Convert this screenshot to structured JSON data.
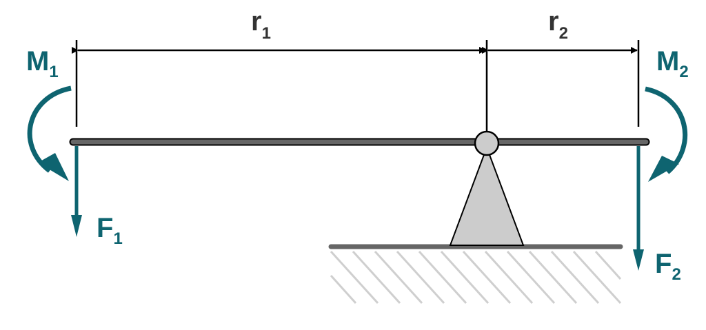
{
  "labels": {
    "r1": {
      "main": "r",
      "sub": "1"
    },
    "r2": {
      "main": "r",
      "sub": "2"
    },
    "m1": {
      "main": "M",
      "sub": "1"
    },
    "m2": {
      "main": "M",
      "sub": "2"
    },
    "f1": {
      "main": "F",
      "sub": "1"
    },
    "f2": {
      "main": "F",
      "sub": "2"
    }
  },
  "colors": {
    "accent": "#0e6470",
    "beam": "#666666",
    "pivot": "#cccccc",
    "ground_hatch": "#cfcfcf",
    "ink": "#000000"
  }
}
